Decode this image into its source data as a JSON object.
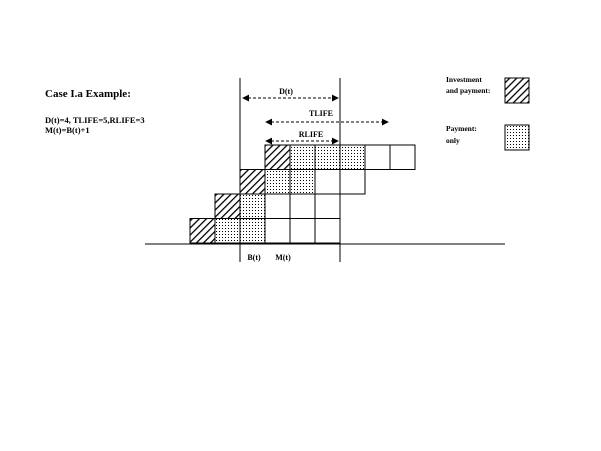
{
  "title": "Case I.a Example:",
  "params": {
    "line1": "D(t)=4, TLIFE=5,RLIFE=3",
    "line2": "M(t)=B(t)+1"
  },
  "dimensions": {
    "d": "D(t)",
    "tlife": "TLIFE",
    "rlife": "RLIFE"
  },
  "axis_labels": {
    "b": "B(t)",
    "m": "M(t)"
  },
  "legend": {
    "investment_line1": "Investment",
    "investment_line2": "and payment:",
    "payment_line1": "Payment:",
    "payment_line2": "only"
  },
  "grid": {
    "rows": [
      [
        "hatch",
        "dot",
        "dot",
        "dot",
        "empty",
        "empty"
      ],
      [
        "hatch",
        "dot",
        "dot",
        "empty",
        "empty"
      ],
      [
        "hatch",
        "dot",
        "empty",
        "empty",
        "empty"
      ],
      [
        "hatch",
        "dot",
        "dot",
        "empty",
        "empty",
        "empty"
      ]
    ]
  }
}
